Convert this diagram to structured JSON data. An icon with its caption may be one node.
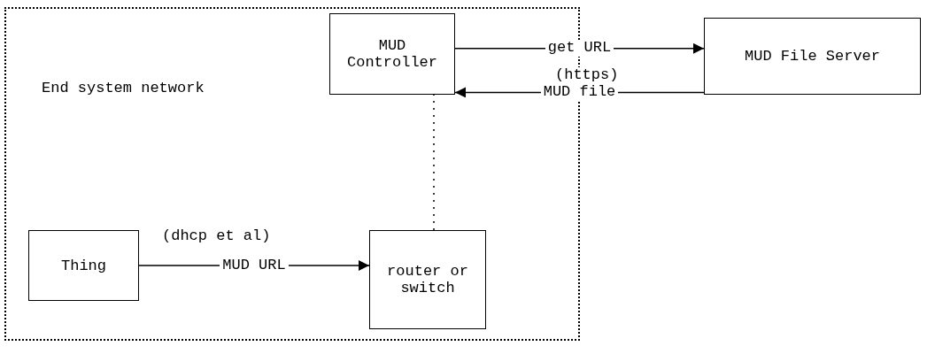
{
  "diagram": {
    "nodes": [
      {
        "text": [
          "End system network"
        ]
      },
      {
        "text": [
          "MUD Controller"
        ],
        "in": 0
      },
      {
        "text": [
          "MUD File Server"
        ]
      },
      {
        "text": [
          "Thing"
        ],
        "in": 0
      },
      {
        "text": [
          "router or switch"
        ],
        "in": 0
      }
    ],
    "edges": [
      {
        "from": 1,
        "to": 2,
        "arrow": "to",
        "label": "get URL"
      },
      {
        "from": 2,
        "to": 1,
        "arrow": "to",
        "label": "MUD file"
      },
      {
        "from": 3,
        "to": 4,
        "arrow": "to",
        "label": "MUD URL"
      },
      {
        "from": 4,
        "to": 1,
        "arrow": "none",
        "style": "dashed"
      }
    ],
    "labels": [
      "(https)",
      "(dhcp et al)"
    ]
  }
}
